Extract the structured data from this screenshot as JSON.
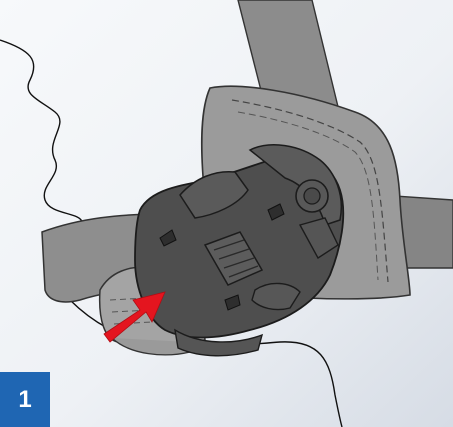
{
  "step": {
    "number": "1"
  },
  "colors": {
    "background_light": "#f4f6f9",
    "background_shade": "#d9dee6",
    "badge_blue": "#1f66b3",
    "strap_gray": "#8a8a8a",
    "buckle_dark": "#4a4a4a",
    "pad_gray": "#9b9b9b",
    "arrow_red": "#e4151f"
  },
  "illustration": {
    "subject": "buckle-strap-assembly",
    "arrow_direction": "up-right"
  }
}
